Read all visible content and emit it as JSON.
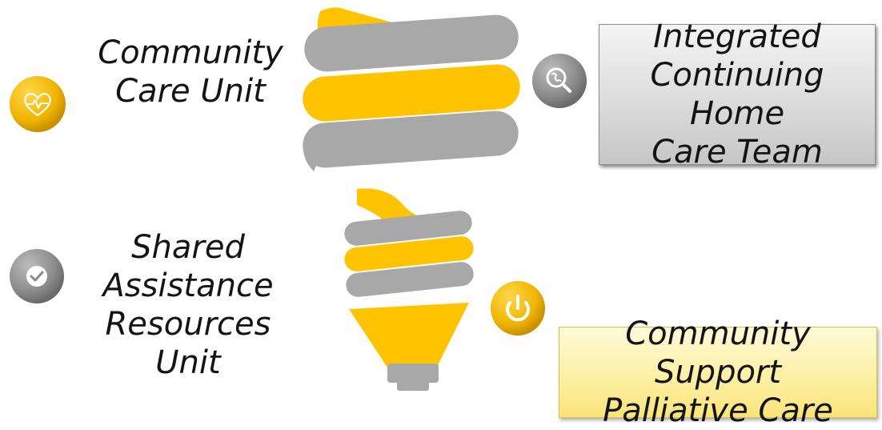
{
  "labels": {
    "community_care_unit": [
      "Community",
      "Care Unit"
    ],
    "shared_assistance": [
      "Shared",
      "Assistance",
      "Resources",
      "Unit"
    ]
  },
  "boxes": {
    "integrated_team": [
      "Integrated",
      "Continuing Home",
      "Care Team"
    ],
    "community_support": [
      "Community Support",
      "Palliative Care"
    ]
  },
  "icons": {
    "heart": "heartbeat-icon",
    "globe": "globe-search-icon",
    "check": "checkmark-icon",
    "power": "power-icon"
  },
  "colors": {
    "yellow": "#FFC300",
    "gray": "#A8A8A8",
    "gray_box": "#D9D9D9",
    "yellow_box": "#FDF0A6"
  }
}
